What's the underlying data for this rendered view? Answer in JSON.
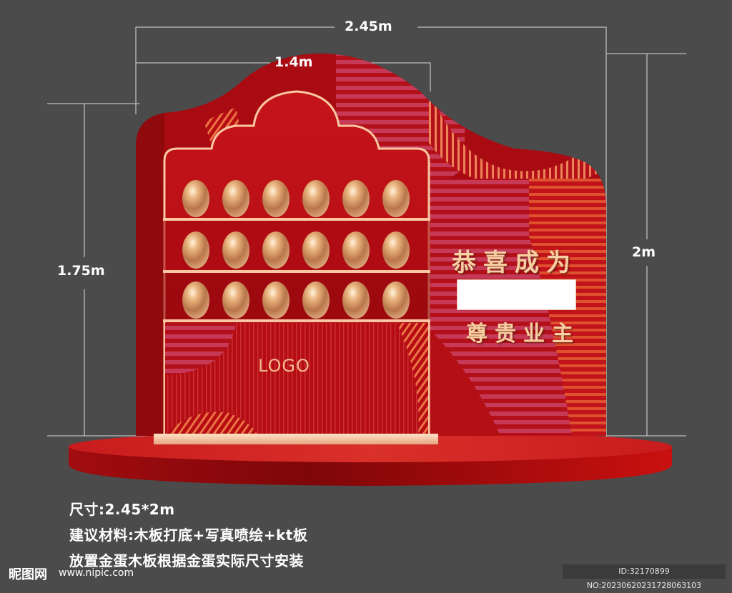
{
  "dimensions": {
    "total_width": "2.45m",
    "egg_board_width": "1.4m",
    "left_height": "1.75m",
    "right_height": "2m"
  },
  "sign": {
    "line1": "恭喜成为",
    "name_box": "",
    "line2": "尊贵业主",
    "logo": "LOGO"
  },
  "eggs": {
    "rows": 3,
    "cols": 6,
    "total": 18
  },
  "specs": {
    "size": "尺寸:2.45*2m",
    "materials": "建议材料:木板打底+写真喷绘+kt板",
    "note": "放置金蛋木板根据金蛋实际尺寸安装"
  },
  "watermark": {
    "site_name": "昵图网",
    "site_url": "www.nipic.com",
    "id_text": "ID:32170899 NO:20230620231728063103"
  },
  "colors": {
    "background": "#4b4b4b",
    "red_primary": "#b50d12",
    "red_dark": "#8e0a0e",
    "gold": "#f3b98e",
    "stripe_pink": "#c43a55",
    "stripe_orange": "#e8673a"
  }
}
